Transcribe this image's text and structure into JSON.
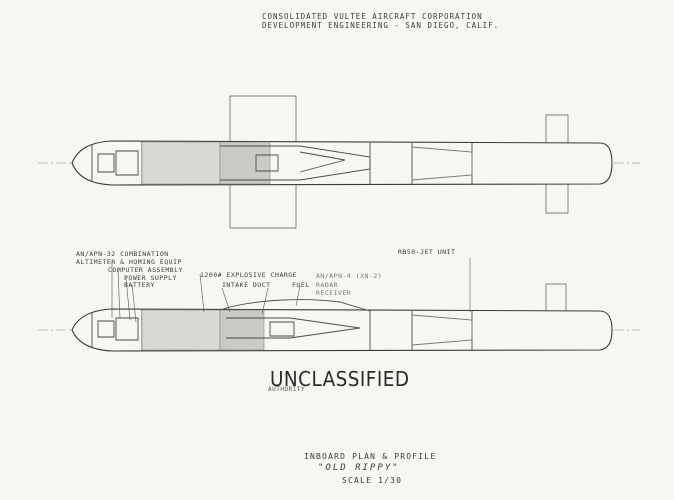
{
  "header": {
    "line1": "CONSOLIDATED VULTEE AIRCRAFT CORPORATION",
    "line2": "DEVELOPMENT ENGINEERING - SAN DIEGO, CALIF."
  },
  "callouts": {
    "an_apn_32": "AN/APN-32 COMBINATION",
    "altimeter": "ALTIMETER & HOMING EQUIP",
    "computer": "COMPUTER ASSEMBLY",
    "power_supply": "POWER SUPPLY",
    "battery": "BATTERY",
    "explosive": "1200# EXPLOSIVE CHARGE",
    "intake": "INTAKE DUCT",
    "fuel": "FUEL",
    "radar1": "AN/APN-4 (XN-2)",
    "radar2": "RADAR",
    "radar3": "RECEIVER",
    "jet_unit": "RB50-JET UNIT"
  },
  "stamp": {
    "text": "UNCLASSIFIED",
    "sub": "AUTHORITY"
  },
  "title_block": {
    "line1": "INBOARD PLAN & PROFILE",
    "name": "\"OLD RIPPY\"",
    "scale": "SCALE 1/30"
  }
}
